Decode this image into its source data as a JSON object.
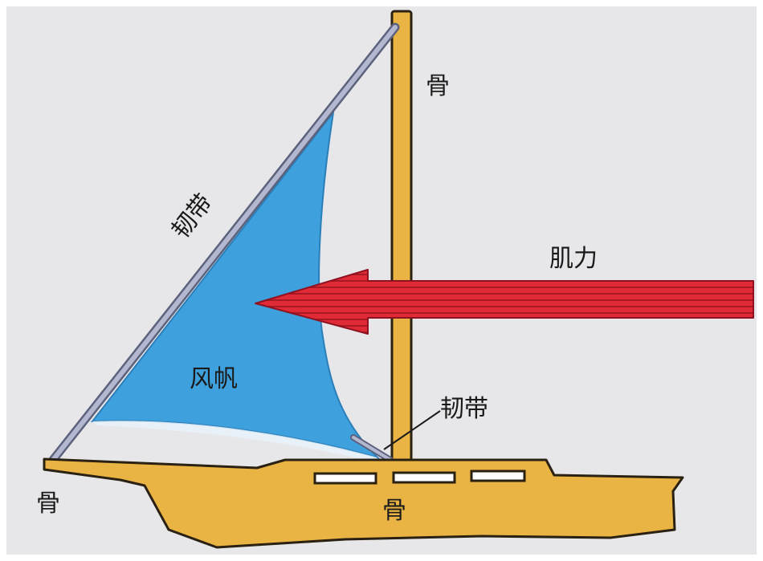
{
  "labels": {
    "mast_bone": "骨",
    "stay_ligament": "韧带",
    "muscle_force": "肌力",
    "sail": "风帆",
    "lower_ligament": "韧带",
    "boom_bone": "骨",
    "hull_bone": "骨"
  },
  "colors": {
    "background": "#e7e7ea",
    "sail": "#3ea1dd",
    "sail_outline": "#2b7fb8",
    "wood": "#e9b444",
    "wood_outline": "#2a2112",
    "arrow": "#e02a35",
    "arrow_stripe": "#8e1220",
    "rope": "#a9aec8"
  }
}
